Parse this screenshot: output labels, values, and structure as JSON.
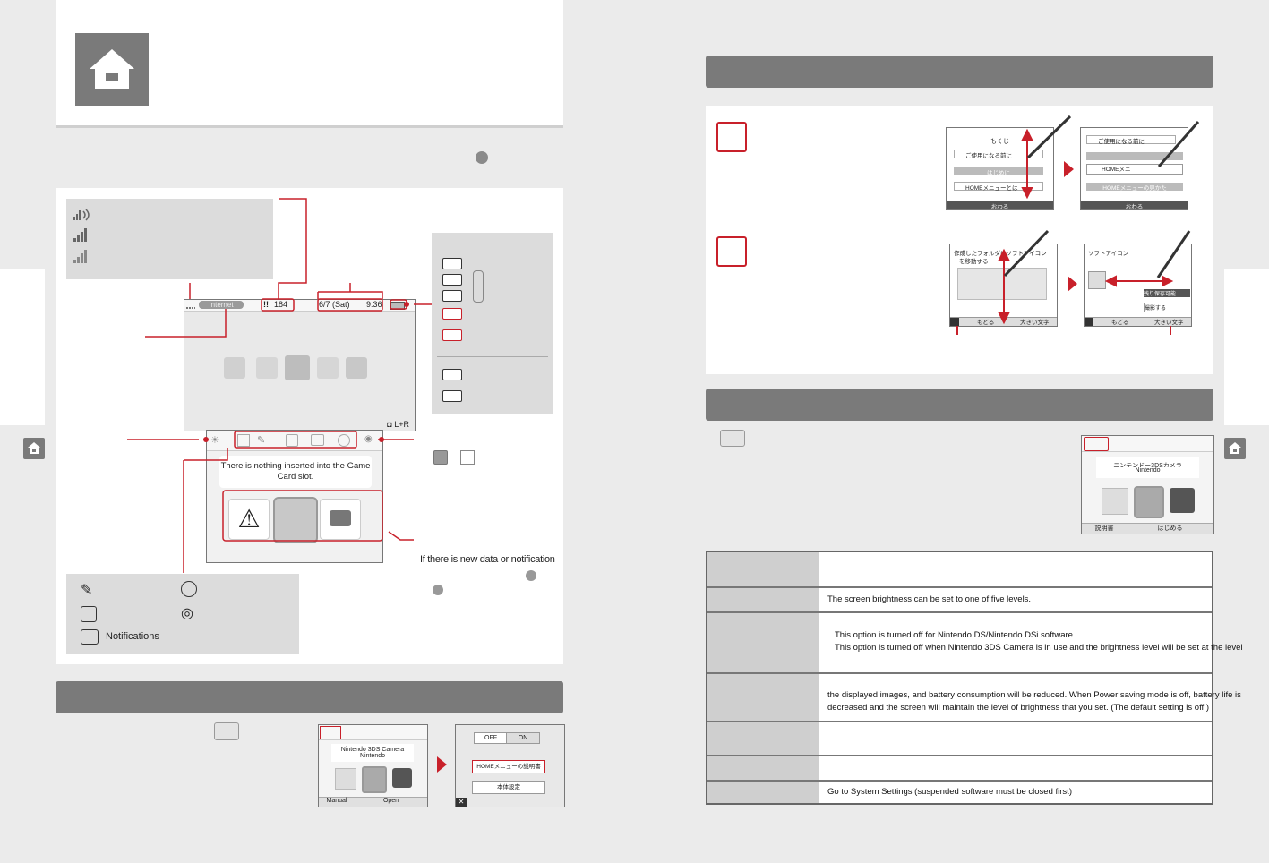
{
  "left_page": {
    "status_bar": {
      "network_label": "Internet",
      "step_count": "184",
      "date": "6/7 (Sat)",
      "time": "9:36"
    },
    "game_card_message": "There is nothing inserted into the Game Card slot.",
    "new_data_note": "If there is new data or notification",
    "legend_notifications": "Notifications",
    "brightness_screen": {
      "camera_line1": "Nintendo 3DS Camera",
      "camera_line2": "Nintendo",
      "manual_label": "Manual",
      "open_label": "Open",
      "off_label": "OFF",
      "on_label": "ON",
      "home_manual_label": "HOMEメニューの説明書",
      "system_settings_label": "本体設定"
    }
  },
  "right_page": {
    "touch_screens": {
      "toc_title": "もくじ",
      "toc_item1": "ご使用になる前に",
      "toc_section": "はじめに",
      "toc_item2": "HOMEメニューとは",
      "toc_close": "おわる",
      "toc2_item2": "HOMEメニ",
      "toc2_section": "HOMEメニューの見かた",
      "folder_text1": "作成したフォルダにソフトアイコン",
      "folder_text2": "を移動する",
      "back_label": "もどる",
      "big_text_label": "大きい文字",
      "soft_icon_label": "ソフトアイコン",
      "save_label": "残り保存可能",
      "photo_label": "撮影する"
    },
    "settings_screen": {
      "camera_line1": "ニンテンドー3DSカメラ",
      "camera_line2": "Nintendo",
      "manual_label": "説明書",
      "start_label": "はじめる"
    },
    "table_rows": [
      {
        "lines": []
      },
      {
        "lines": [
          "The screen brightness can be set to one of five levels."
        ]
      },
      {
        "lines": [
          "This option is turned off for Nintendo DS/Nintendo DSi software.",
          "This option is turned off when Nintendo 3DS Camera is in use and the brightness level will be set at the level"
        ]
      },
      {
        "lines": [
          "the displayed images, and battery consumption will be reduced. When Power saving mode is off, battery life is",
          "decreased and the screen will maintain the level of brightness that you set. (The default setting is off.)"
        ]
      },
      {
        "lines": []
      },
      {
        "lines": []
      },
      {
        "lines": [
          "Go to System Settings (suspended software must be closed first)"
        ]
      }
    ]
  },
  "colors": {
    "accent_red": "#c8202a",
    "header_gray": "#7a7a7a",
    "page_bg": "#ebebeb"
  }
}
